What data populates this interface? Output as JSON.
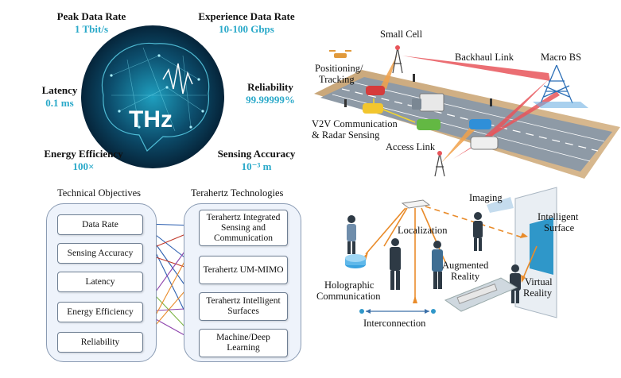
{
  "kpis": {
    "peak": {
      "name": "Peak Data Rate",
      "value": "1 Tbit/s"
    },
    "experience": {
      "name": "Experience Data Rate",
      "value": "10-100 Gbps"
    },
    "latency": {
      "name": "Latency",
      "value": "0.1 ms"
    },
    "reliability": {
      "name": "Reliability",
      "value": "99.99999%"
    },
    "energy": {
      "name": "Energy Efficiency",
      "value": "100×"
    },
    "sensing": {
      "name": "Sensing Accuracy",
      "value": "10⁻³ m"
    }
  },
  "brain_label": "THz",
  "scene_top": {
    "small_cell": "Small Cell",
    "backhaul": "Backhaul Link",
    "macro_bs": "Macro BS",
    "positioning": "Positioning/",
    "tracking": "Tracking",
    "v2v1": "V2V Communication",
    "v2v2": "& Radar Sensing",
    "access": "Access Link"
  },
  "diagram": {
    "left_title": "Technical Objectives",
    "right_title": "Terahertz Technologies",
    "objectives": [
      "Data Rate",
      "Sensing Accuracy",
      "Latency",
      "Energy Efficiency",
      "Reliability"
    ],
    "technologies": [
      "Terahertz Integrated Sensing and Communication",
      "Terahertz UM-MIMO",
      "Terahertz Intelligent Surfaces",
      "Machine/Deep Learning"
    ]
  },
  "scene_bottom": {
    "imaging": "Imaging",
    "surface1": "Intelligent",
    "surface2": "Surface",
    "localization": "Localization",
    "augmented1": "Augmented",
    "augmented2": "Reality",
    "holo1": "Holographic",
    "holo2": "Communication",
    "virtual1": "Virtual",
    "virtual2": "Reality",
    "interconnection": "Interconnection"
  },
  "colors": {
    "accent": "#2aa9c9",
    "panel": "#eef3fb"
  }
}
